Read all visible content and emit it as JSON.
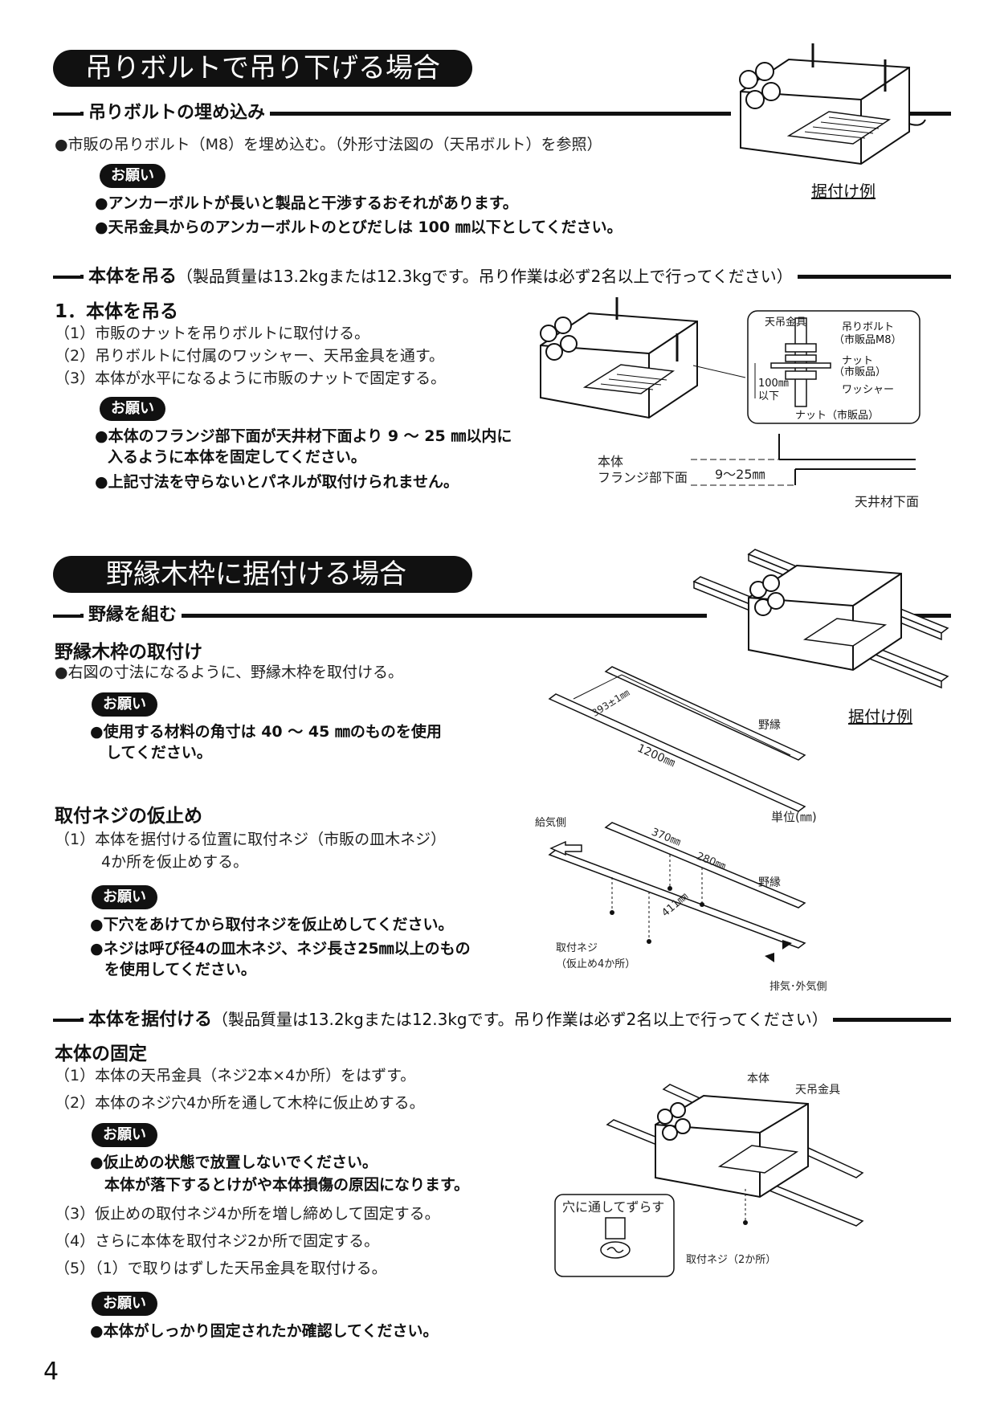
{
  "section1": {
    "title": "吊りボルトで吊り下げる場合",
    "sub1": {
      "title": "吊りボルトの埋め込み",
      "line": "●市販の吊りボルト（M8）を埋め込む。（外形寸法図の（天吊ボルト）を参照）",
      "onegai": "お願い",
      "notes": [
        "●アンカーボルトが長いと製品と干渉するおそれがあります。",
        "●天吊金具からのアンカーボルトのとびだしは 100 ㎜以下としてください。"
      ]
    },
    "caption": "据付け例",
    "sub2": {
      "title": "本体を吊る",
      "note": "（製品質量は13.2kgまたは12.3kgです。吊り作業は必ず2名以上で行ってください）",
      "heading": "1．本体を吊る",
      "steps": [
        "（1）市販のナットを吊りボルトに取付ける。",
        "（2）吊りボルトに付属のワッシャー、天吊金具を通す。",
        "（3）本体が水平になるように市販のナットで固定する。"
      ],
      "onegai": "お願い",
      "notes": [
        "●本体のフランジ部下面が天井材下面より 9 ～ 25 ㎜以内に",
        "入るように本体を固定してください。",
        "●上記寸法を守らないとパネルが取付けられません。"
      ]
    },
    "detail": {
      "kanagu": "天吊金具",
      "bolt": "吊りボルト",
      "bolt2": "（市販品M8）",
      "nut": "ナット",
      "nut2": "（市販品）",
      "washer": "ワッシャー",
      "dim1": "100㎜",
      "dim2": "以下",
      "nut_bottom": "ナット（市販品）"
    },
    "flange": {
      "l1": "本体",
      "l2": "フランジ部下面",
      "dim": "9～25㎜",
      "ceiling": "天井材下面"
    }
  },
  "section2": {
    "title": "野縁木枠に据付ける場合",
    "sub1": {
      "title": "野縁を組む",
      "heading": "野縁木枠の取付け",
      "line": "●右図の寸法になるように、野縁木枠を取付ける。",
      "onegai": "お願い",
      "notes": [
        "●使用する材料の角寸は 40 ～ 45 ㎜のものを使用",
        "してください。"
      ]
    },
    "caption": "据付け例",
    "frame": {
      "dim1": "393±1㎜",
      "dim2": "1200㎜",
      "noen": "野縁",
      "unit": "単位(㎜)"
    },
    "screw": {
      "heading": "取付ネジの仮止め",
      "steps": [
        "（1）本体を据付ける位置に取付ネジ（市販の皿木ネジ）",
        "4か所を仮止めする。"
      ],
      "onegai": "お願い",
      "notes": [
        "●下穴をあけてから取付ネジを仮止めしてください。",
        "●ネジは呼び径4の皿木ネジ、ネジ長さ25㎜以上のもの",
        "を使用してください。"
      ]
    },
    "screwfig": {
      "supply": "給気側",
      "d370": "370㎜",
      "d280": "280㎜",
      "d411": "411㎜",
      "noen": "野縁",
      "screw1": "取付ネジ",
      "screw2": "（仮止め4か所）",
      "exhaust": "排気･外気側"
    },
    "sub2": {
      "title": "本体を据付ける",
      "note": "（製品質量は13.2kgまたは12.3kgです。吊り作業は必ず2名以上で行ってください）",
      "heading": "本体の固定",
      "steps": [
        "（1）本体の天吊金具（ネジ2本×4か所）をはずす。",
        "（2）本体のネジ穴4か所を通して木枠に仮止めする。"
      ],
      "onegai": "お願い",
      "notes": [
        "●仮止めの状態で放置しないでください。",
        "本体が落下するとけがや本体損傷の原因になります。"
      ],
      "steps2": [
        "（3）仮止めの取付ネジ4か所を増し締めして固定する。",
        "（4）さらに本体を取付ネジ2か所で固定する。",
        "（5）（1）で取りはずした天吊金具を取付ける。"
      ],
      "onegai2": "お願い",
      "final": "●本体がしっかり固定されたか確認してください。"
    },
    "fixfig": {
      "body": "本体",
      "kanagu": "天吊金具",
      "hole": "穴に通してずらす",
      "screw": "取付ネジ（2か所）"
    }
  },
  "page_number": "4"
}
